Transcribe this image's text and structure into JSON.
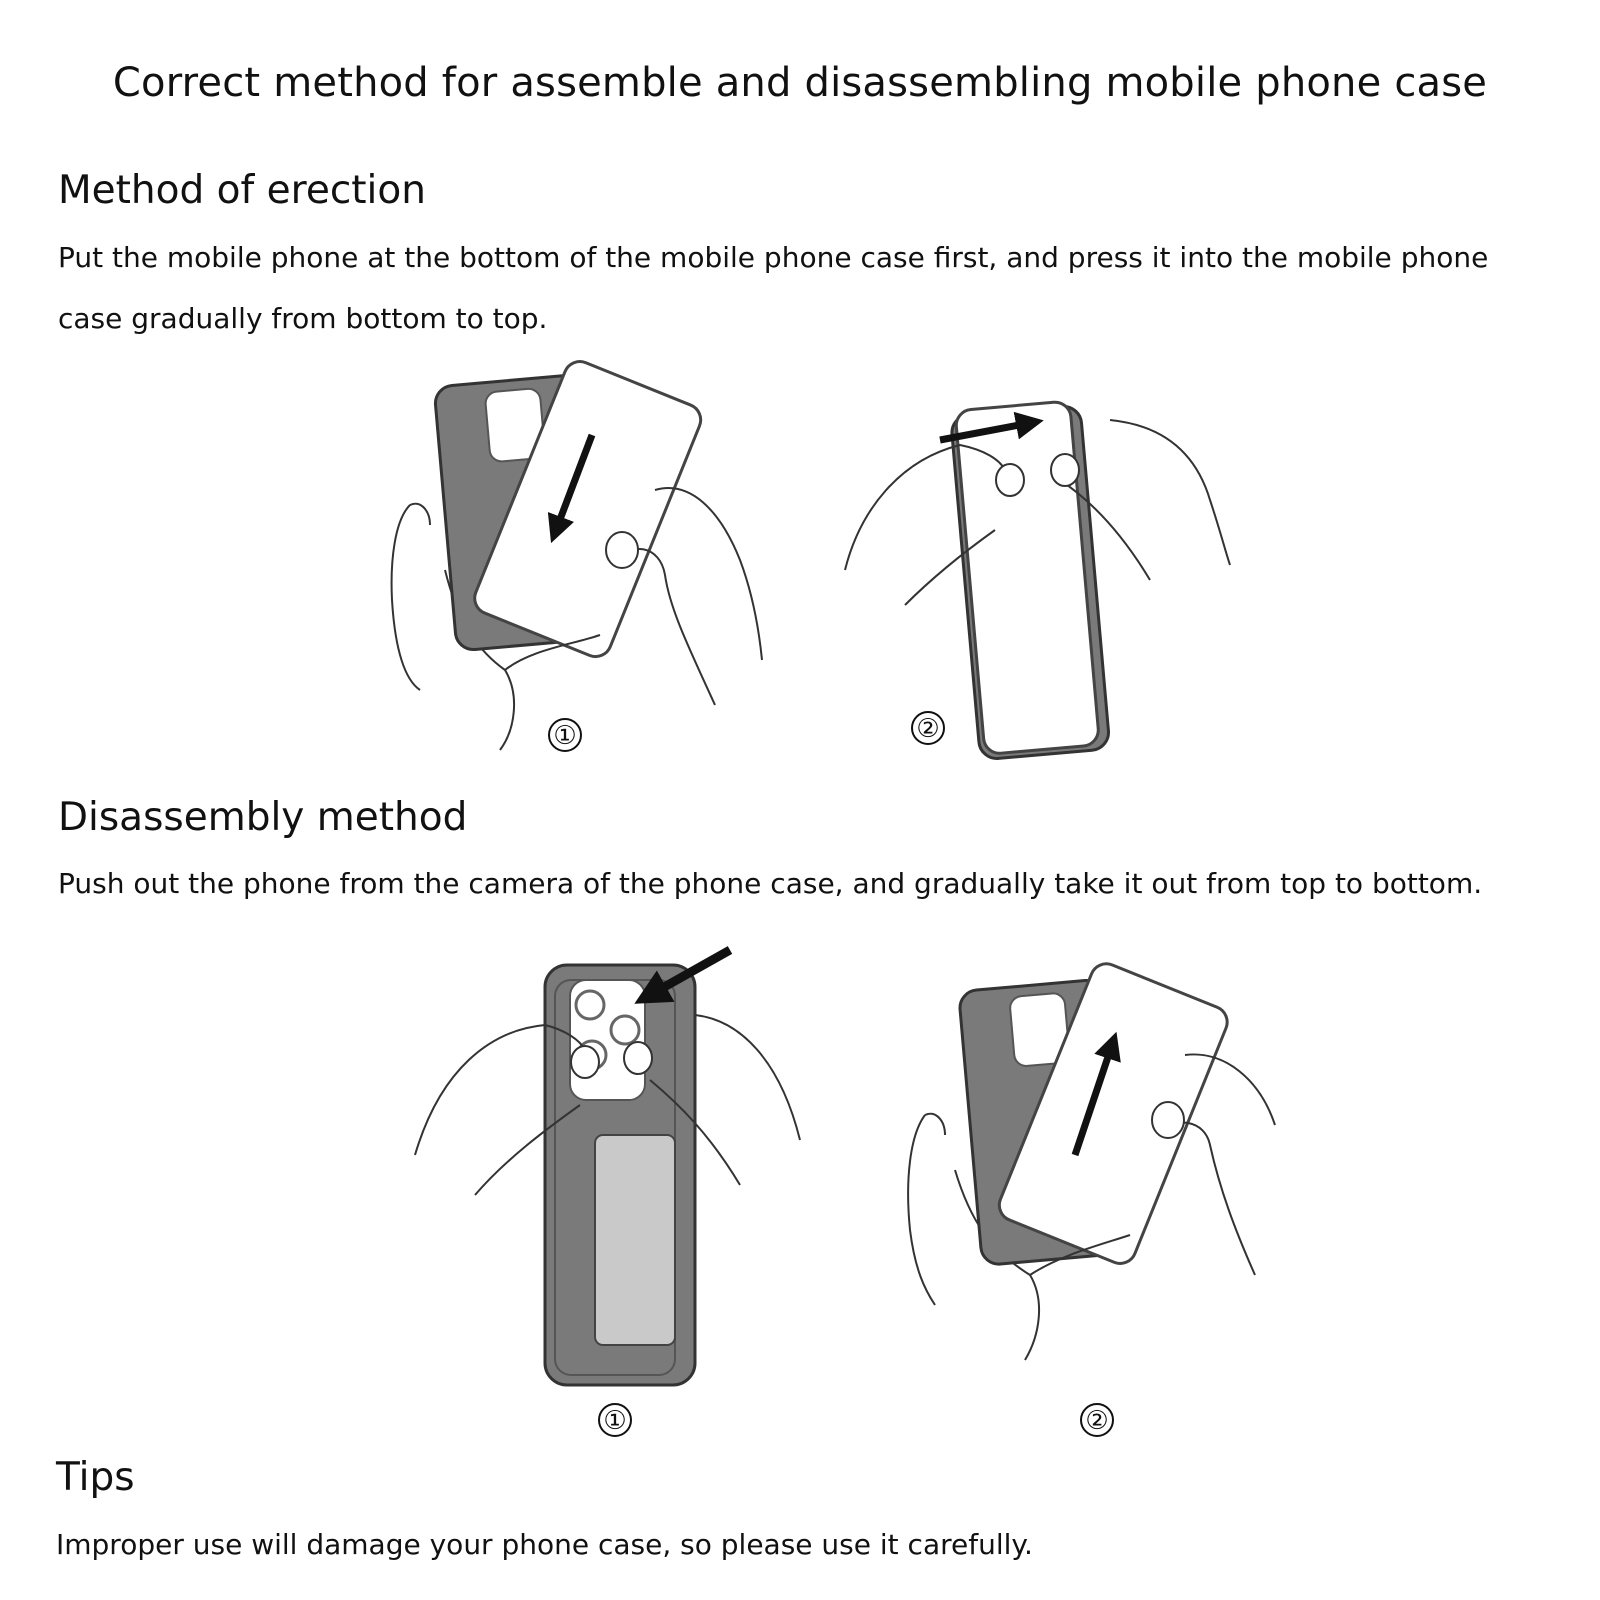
{
  "page": {
    "title": "Correct method for assemble and disassembling mobile phone case"
  },
  "sections": [
    {
      "heading": "Method of erection",
      "text": "Put the mobile phone at the bottom of the mobile phone case first, and press it into the mobile phone case gradually from bottom to top.",
      "steps": [
        "①",
        "②"
      ]
    },
    {
      "heading": "Disassembly method",
      "text": "Push out the phone from the camera of the phone case, and gradually take it out from top to bottom.",
      "steps": [
        "①",
        "②"
      ]
    },
    {
      "heading": "Tips",
      "text": "Improper use will damage your phone case, so please use it carefully."
    }
  ],
  "colors": {
    "case_gray": "#7a7a7a",
    "outline": "#333333",
    "arrow": "#111111",
    "card_slot": "#c9c9c9"
  },
  "icons": [
    "phone-case-illustration",
    "hand-illustration",
    "direction-arrow-icon"
  ]
}
